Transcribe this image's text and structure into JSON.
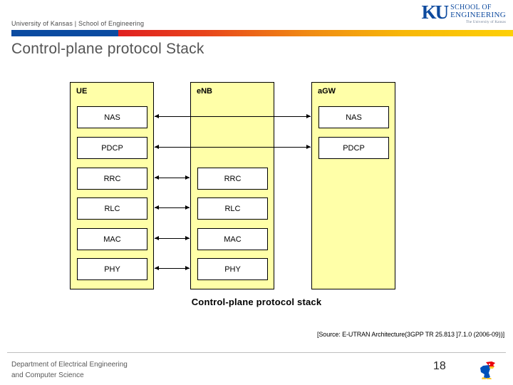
{
  "header": {
    "org_line": "University of Kansas | School of Engineering",
    "logo": {
      "mark": "KU",
      "line1": "SCHOOL OF",
      "line2": "ENGINEERING",
      "tagline": "The University of Kansas"
    },
    "accent_colors": {
      "blue": "#0b4ba1",
      "red": "#e02020",
      "orange": "#f08a14",
      "yellow": "#fdd007"
    }
  },
  "slide": {
    "title": "Control-plane protocol Stack"
  },
  "diagram": {
    "caption": "Control-plane protocol stack",
    "panel_color": "#ffffa8",
    "box_color": "#ffffff",
    "nodes": [
      {
        "id": "ue",
        "label": "UE",
        "layers": [
          "NAS",
          "PDCP",
          "RRC",
          "RLC",
          "MAC",
          "PHY"
        ]
      },
      {
        "id": "enb",
        "label": "eNB",
        "layers": [
          "RRC",
          "RLC",
          "MAC",
          "PHY"
        ]
      },
      {
        "id": "agw",
        "label": "aGW",
        "layers": [
          "NAS",
          "PDCP"
        ]
      }
    ],
    "connections": [
      {
        "layer": "NAS",
        "from": "ue",
        "to": "agw",
        "style": "double-headed",
        "span": "long"
      },
      {
        "layer": "PDCP",
        "from": "ue",
        "to": "agw",
        "style": "double-headed",
        "span": "long"
      },
      {
        "layer": "RRC",
        "from": "ue",
        "to": "enb",
        "style": "double-headed",
        "span": "short"
      },
      {
        "layer": "RLC",
        "from": "ue",
        "to": "enb",
        "style": "double-headed",
        "span": "short"
      },
      {
        "layer": "MAC",
        "from": "ue",
        "to": "enb",
        "style": "double-headed",
        "span": "short"
      },
      {
        "layer": "PHY",
        "from": "ue",
        "to": "enb",
        "style": "double-headed",
        "span": "short"
      }
    ]
  },
  "source": {
    "text": "[Source: E-UTRAN Architecture(3GPP TR 25.813 ]7.1.0 (2006-09))]"
  },
  "footer": {
    "department_line1": "Department of Electrical Engineering",
    "department_line2": "and Computer Science",
    "page_number": "18"
  }
}
